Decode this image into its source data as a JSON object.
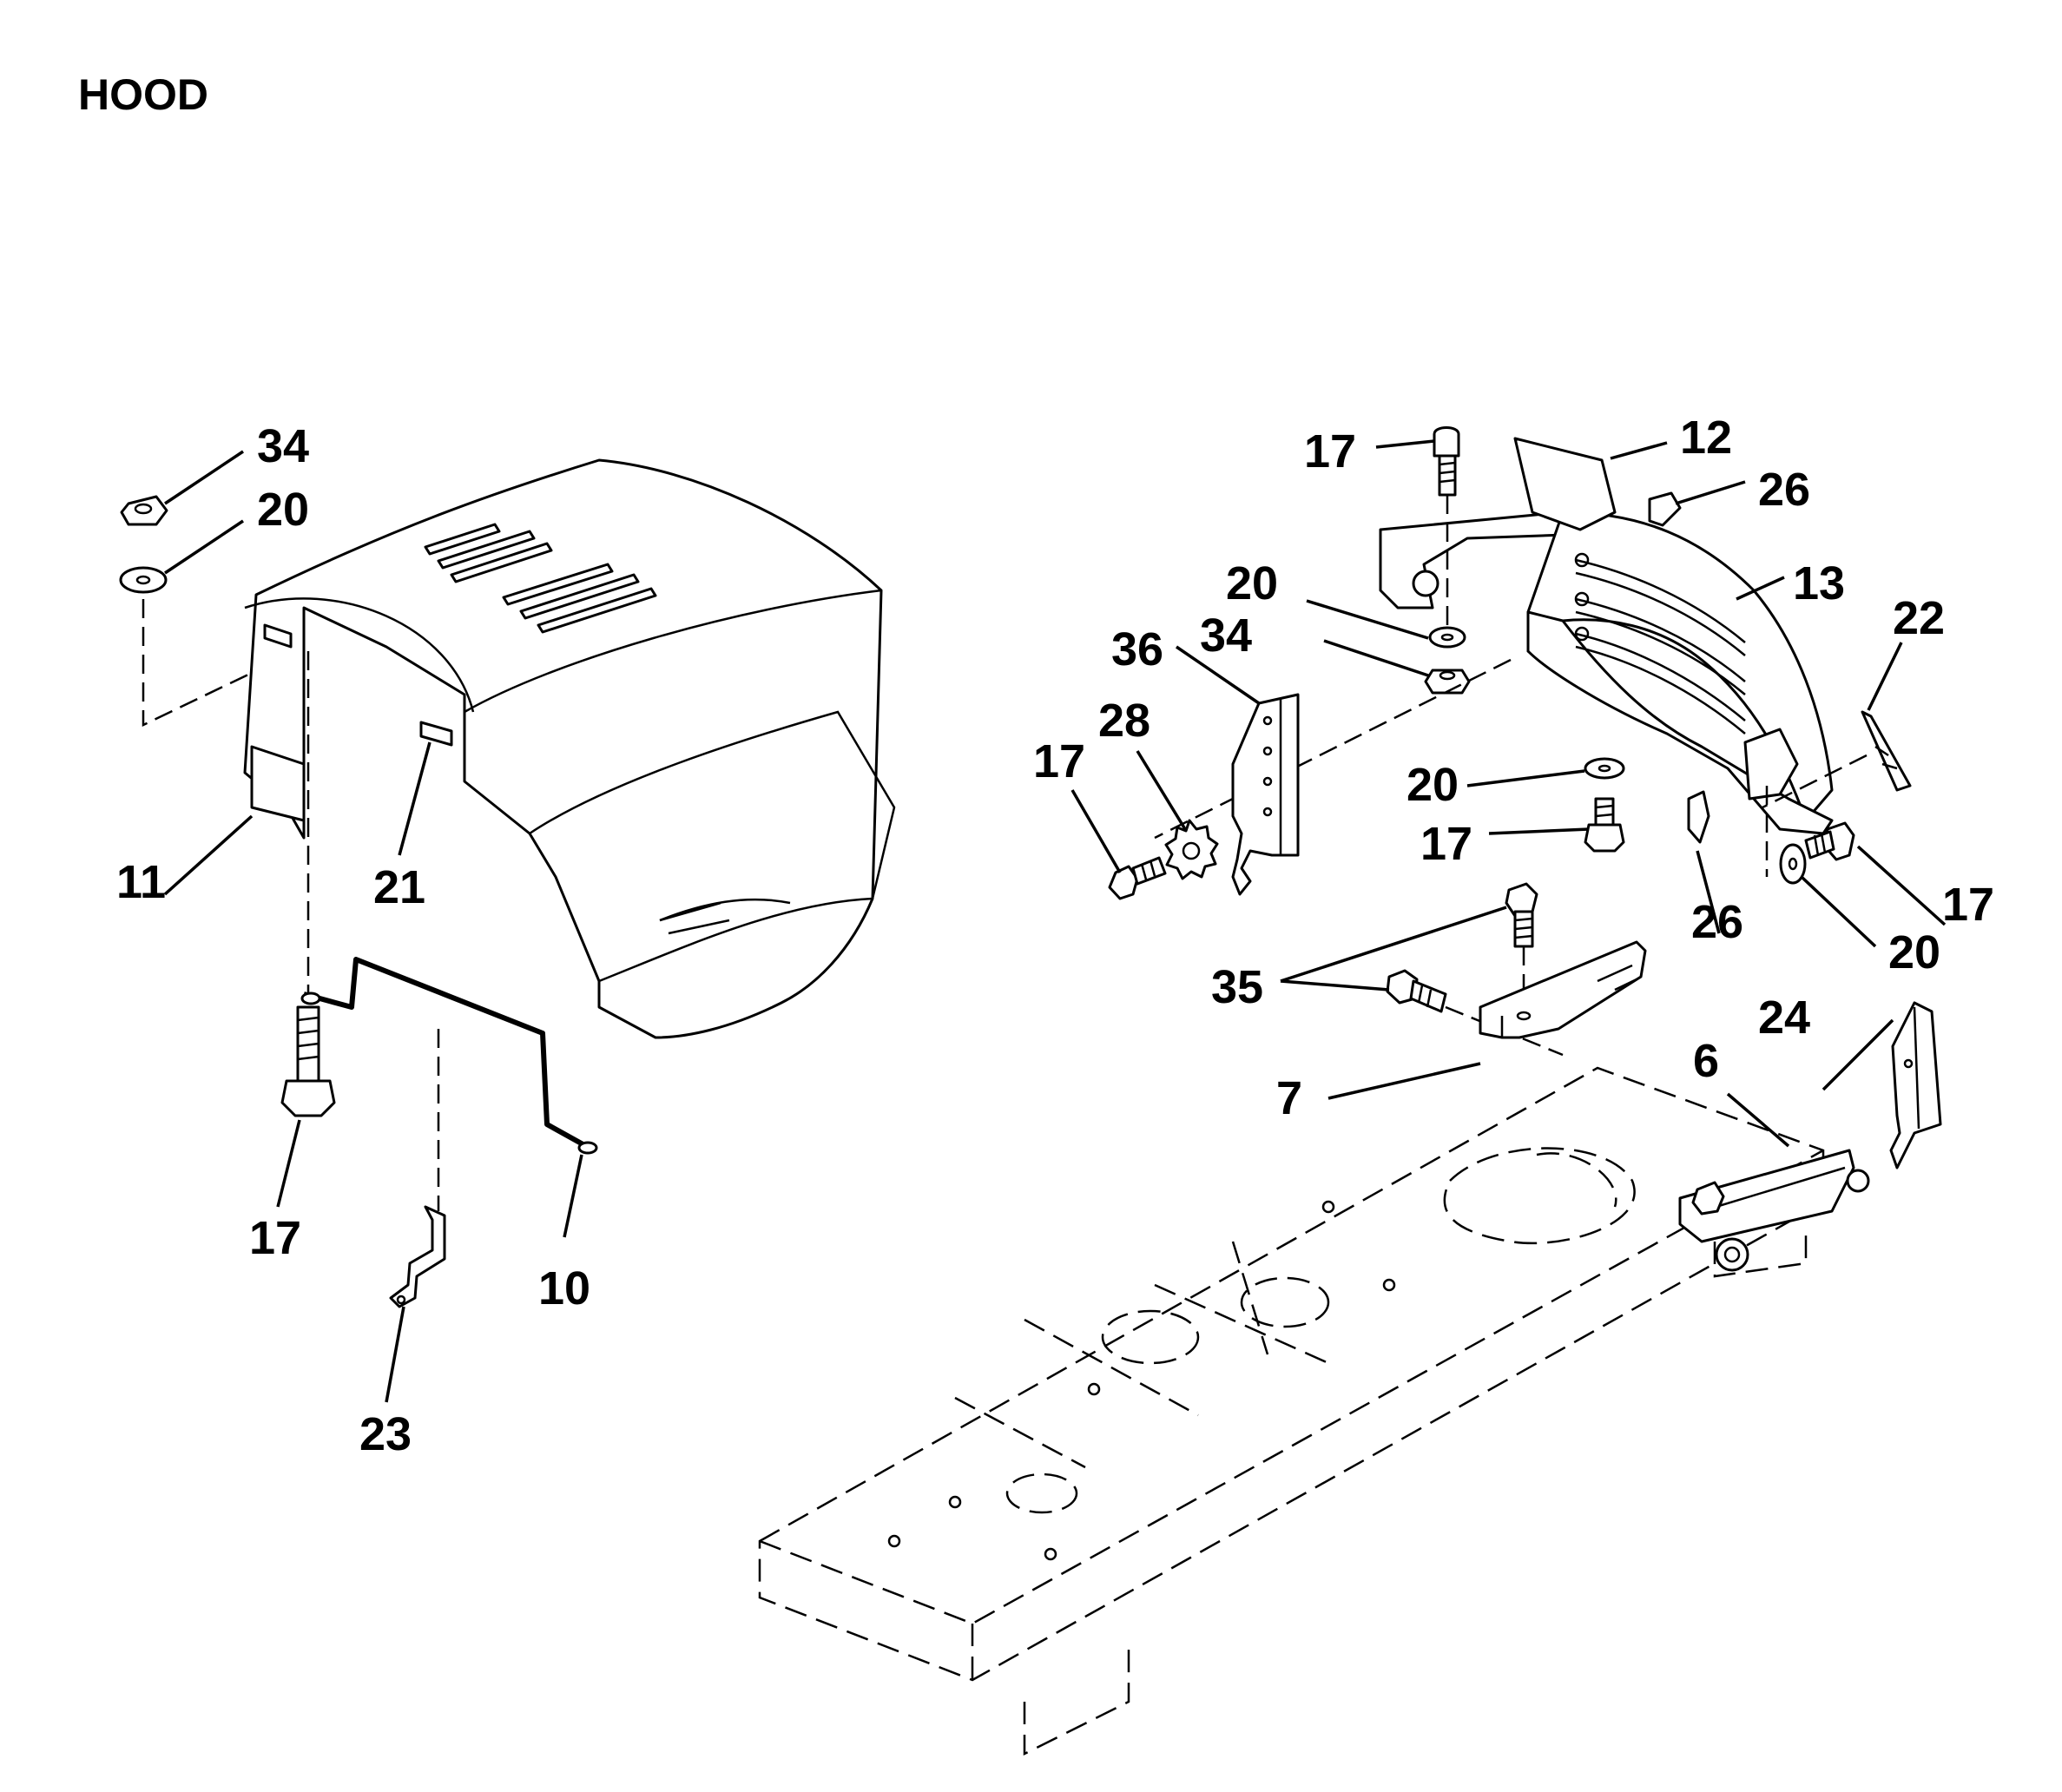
{
  "title": "HOOD",
  "callouts": [
    {
      "id": "c34a",
      "text": "34"
    },
    {
      "id": "c20a",
      "text": "20"
    },
    {
      "id": "c11",
      "text": "11"
    },
    {
      "id": "c21",
      "text": "21"
    },
    {
      "id": "c17a",
      "text": "17"
    },
    {
      "id": "c10",
      "text": "10"
    },
    {
      "id": "c23",
      "text": "23"
    },
    {
      "id": "c17b",
      "text": "17"
    },
    {
      "id": "c12",
      "text": "12"
    },
    {
      "id": "c26a",
      "text": "26"
    },
    {
      "id": "c13",
      "text": "13"
    },
    {
      "id": "c20b",
      "text": "20"
    },
    {
      "id": "c34b",
      "text": "34"
    },
    {
      "id": "c36",
      "text": "36"
    },
    {
      "id": "c28",
      "text": "28"
    },
    {
      "id": "c17c",
      "text": "17"
    },
    {
      "id": "c22",
      "text": "22"
    },
    {
      "id": "c20c",
      "text": "20"
    },
    {
      "id": "c17d",
      "text": "17"
    },
    {
      "id": "c26b",
      "text": "26"
    },
    {
      "id": "c17e",
      "text": "17"
    },
    {
      "id": "c20d",
      "text": "20"
    },
    {
      "id": "c35",
      "text": "35"
    },
    {
      "id": "c7",
      "text": "7"
    },
    {
      "id": "c24",
      "text": "24"
    },
    {
      "id": "c6",
      "text": "6"
    }
  ]
}
